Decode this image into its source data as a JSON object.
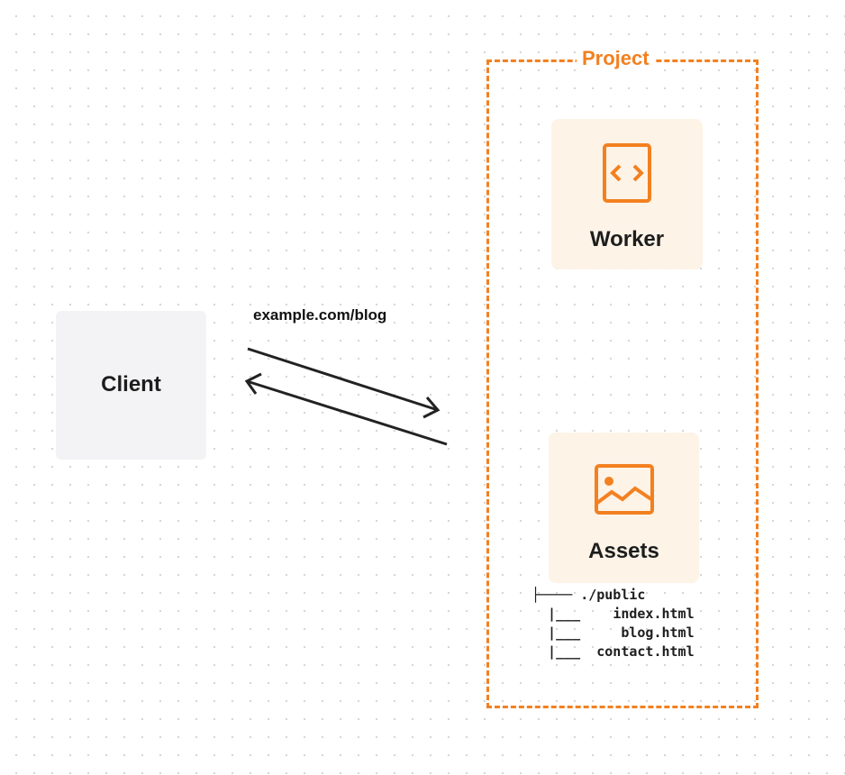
{
  "project": {
    "label": "Project",
    "accent": "#f38020"
  },
  "worker": {
    "label": "Worker",
    "icon": "code-file-icon"
  },
  "assets": {
    "label": "Assets",
    "icon": "image-icon",
    "tree": {
      "root": "./public",
      "files": [
        "index.html",
        "blog.html",
        "contact.html"
      ]
    }
  },
  "client": {
    "label": "Client"
  },
  "request": {
    "url": "example.com/blog"
  }
}
